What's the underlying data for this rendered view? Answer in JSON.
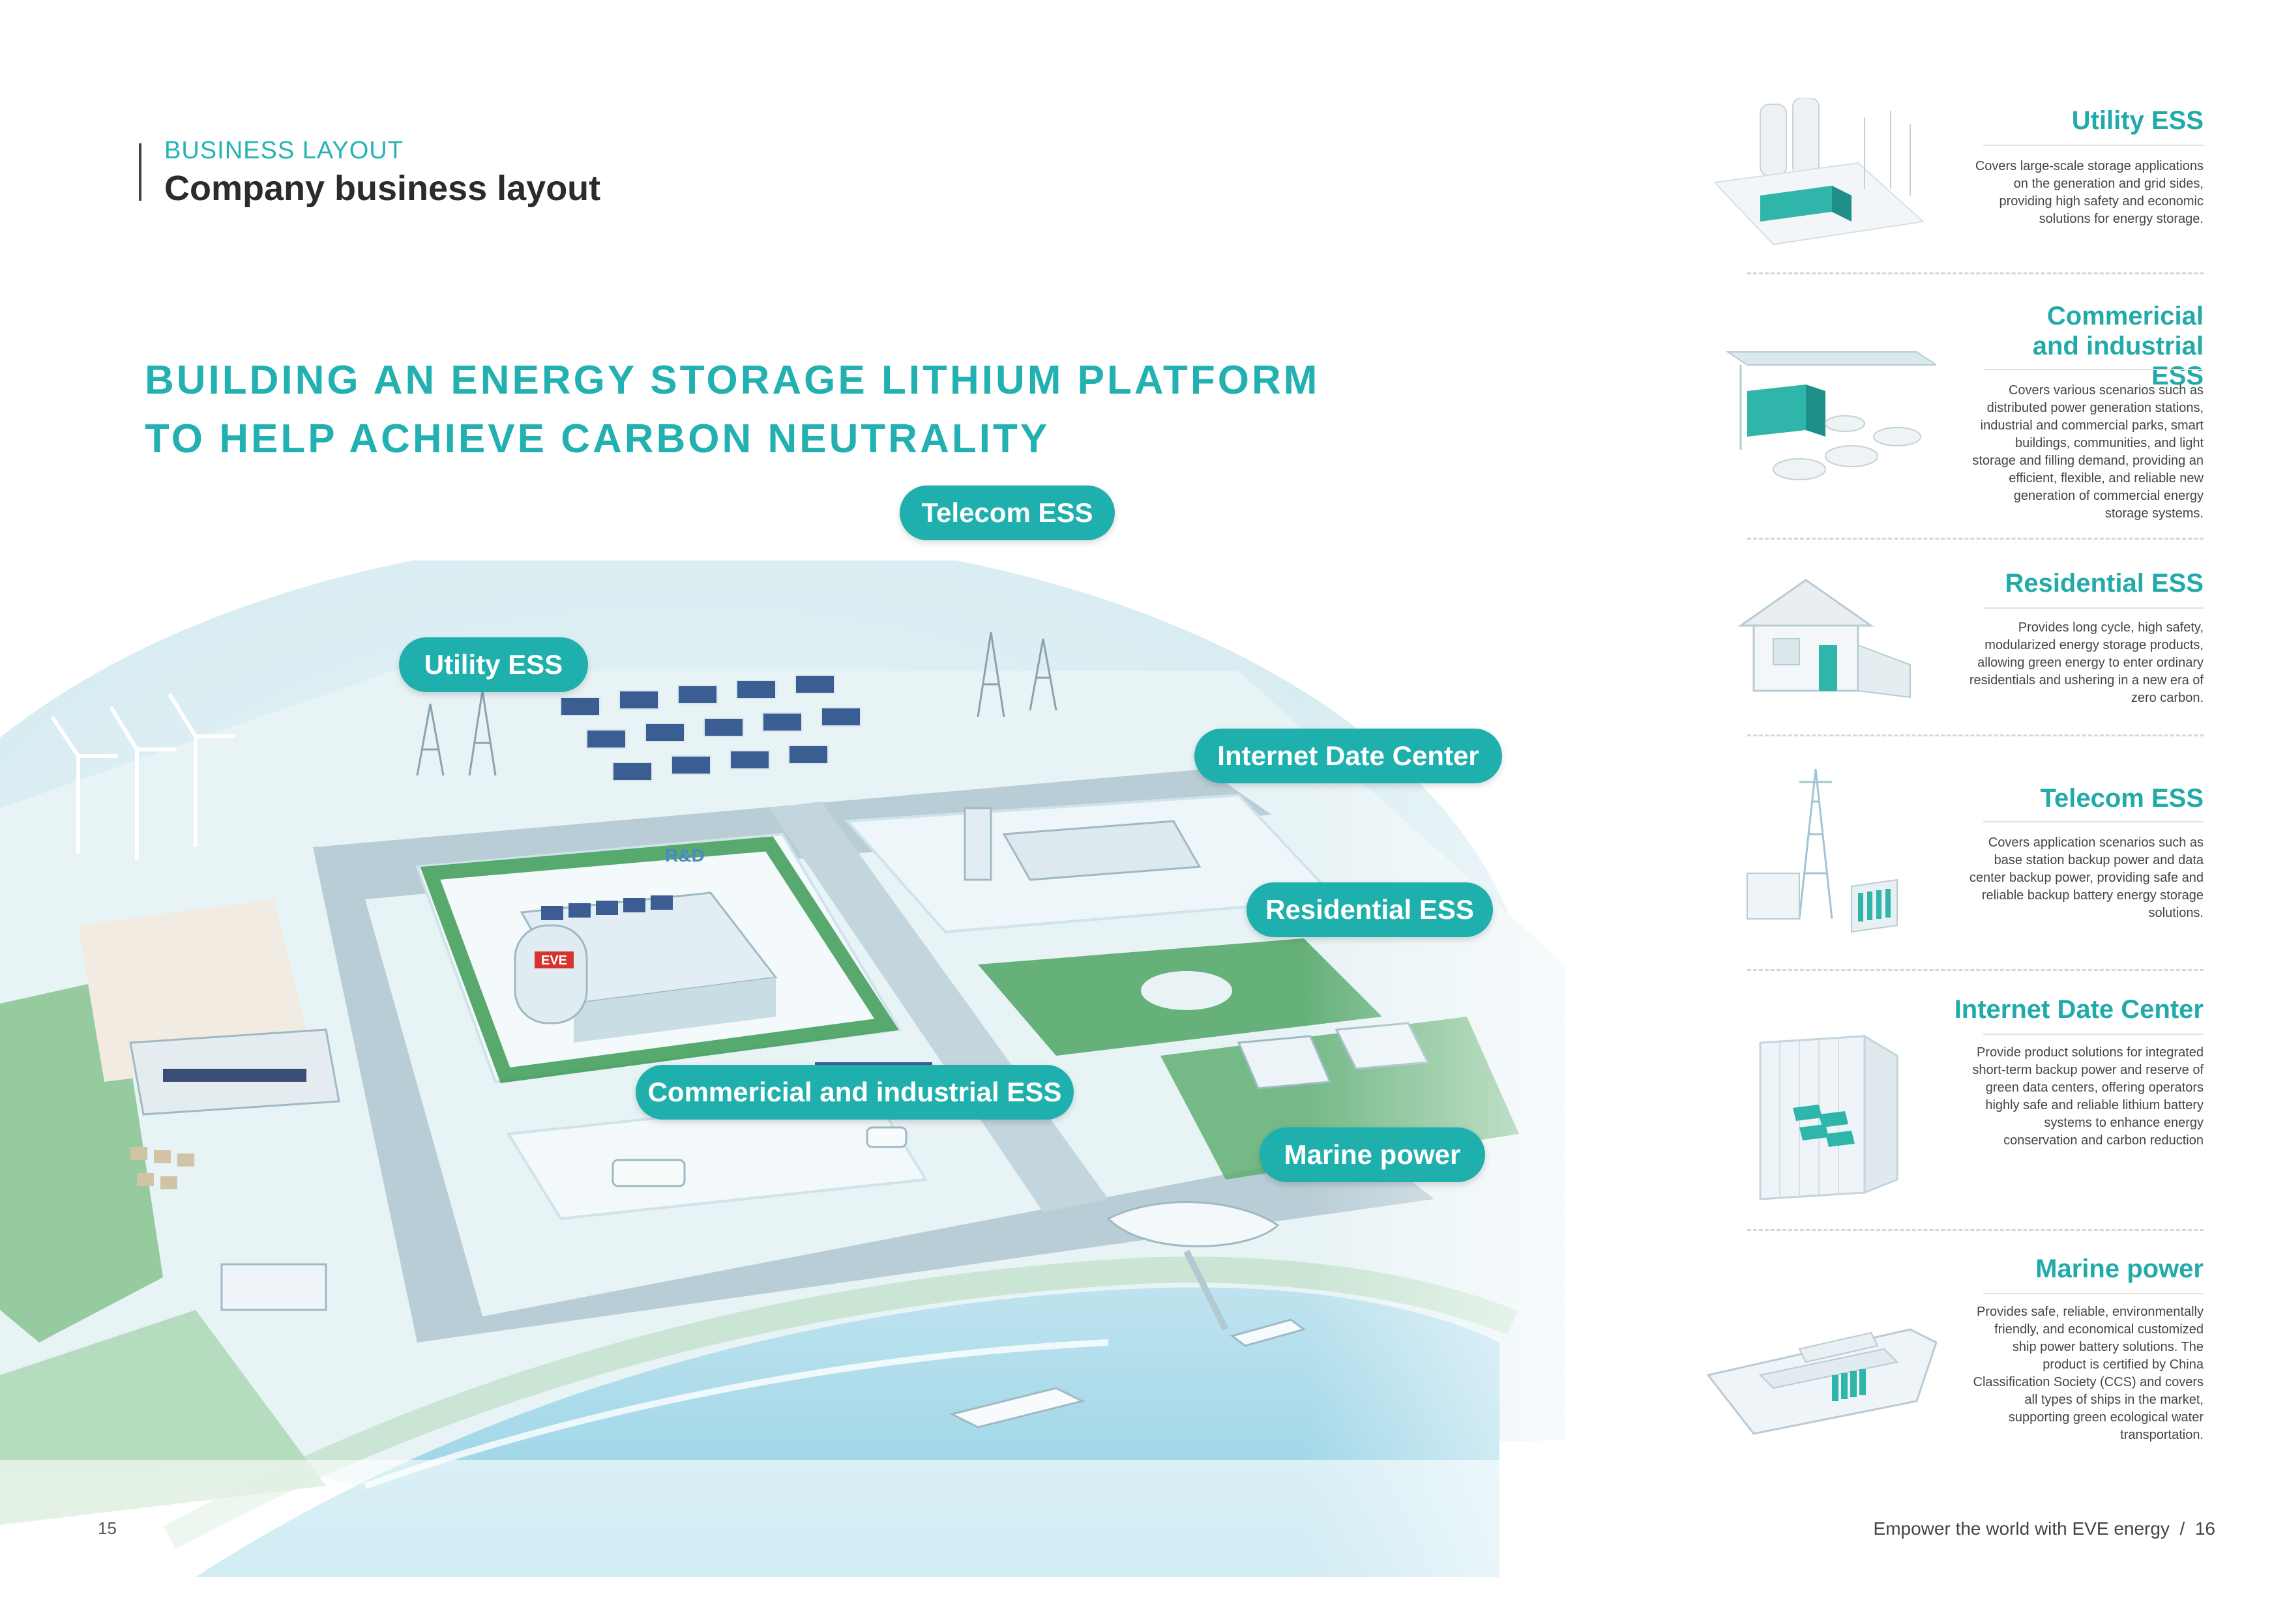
{
  "header": {
    "section": "BUSINESS LAYOUT",
    "title": "Company business layout"
  },
  "slogan": {
    "line1": "BUILDING AN ENERGY STORAGE LITHIUM PLATFORM",
    "line2": "TO HELP ACHIEVE CARBON NEUTRALITY"
  },
  "scene": {
    "building_sign_1": "EVE",
    "building_sign_2": "R&D",
    "labels": [
      "Telecom ESS",
      "Utility ESS",
      "Internet Date Center",
      "Residential ESS",
      "Commericial and industrial ESS",
      "Marine power"
    ]
  },
  "cards": [
    {
      "title": "Utility ESS",
      "desc": "Covers large-scale storage applications on the generation and grid sides, providing high safety and economic solutions for energy storage."
    },
    {
      "title": "Commericial and industrial ESS",
      "desc": "Covers various scenarios such as distributed power generation stations, industrial and commercial parks, smart buildings, communities, and light storage and filling demand, providing an efficient, flexible, and reliable new generation of commercial energy storage systems."
    },
    {
      "title": "Residential ESS",
      "desc": "Provides long cycle, high safety, modularized energy storage products, allowing green energy to enter ordinary residentials and ushering in a new era of zero carbon."
    },
    {
      "title": "Telecom ESS",
      "desc": "Covers application scenarios such as base station backup power and data center backup power, providing safe and reliable backup battery energy storage solutions."
    },
    {
      "title": "Internet Date Center",
      "desc": "Provide product solutions for integrated short-term backup power and reserve of green data centers, offering operators highly safe and reliable lithium battery systems to enhance energy conservation and carbon reduction"
    },
    {
      "title": "Marine power",
      "desc": "Provides safe, reliable, environmentally friendly, and economical customized ship power battery solutions. The product is certified by China Classification Society (CCS) and covers all types of ships in the market, supporting green ecological water transportation."
    }
  ],
  "footer": {
    "left_page": "15",
    "right_text": "Empower the world with EVE energy  /  16"
  }
}
